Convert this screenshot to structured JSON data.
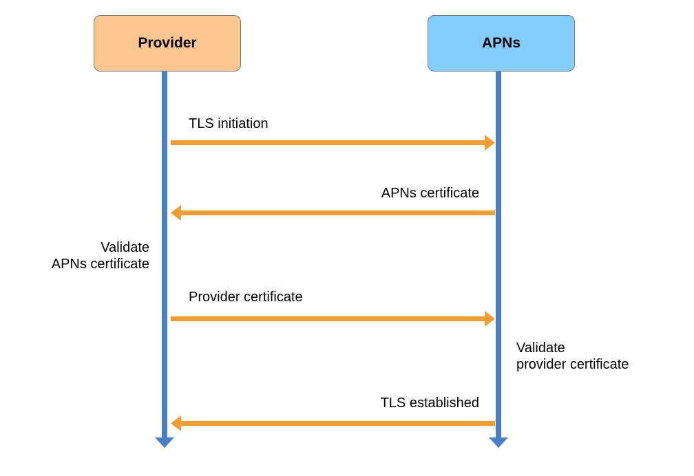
{
  "participants": [
    {
      "name": "Provider",
      "color": "#fbc590"
    },
    {
      "name": "APNs",
      "color": "#83cefe"
    }
  ],
  "colors": {
    "lifeline": "#4a7fc8",
    "message": "#f39c33"
  },
  "messages": [
    {
      "label": "TLS initiation",
      "from": "Provider",
      "to": "APNs"
    },
    {
      "label": "APNs certificate",
      "from": "APNs",
      "to": "Provider"
    },
    {
      "label": "Provider certificate",
      "from": "Provider",
      "to": "APNs"
    },
    {
      "label": "TLS established",
      "from": "APNs",
      "to": "Provider"
    }
  ],
  "notes": {
    "provider_validate": [
      "Validate",
      "APNs certificate"
    ],
    "apns_validate": [
      "Validate",
      "provider certificate"
    ]
  }
}
